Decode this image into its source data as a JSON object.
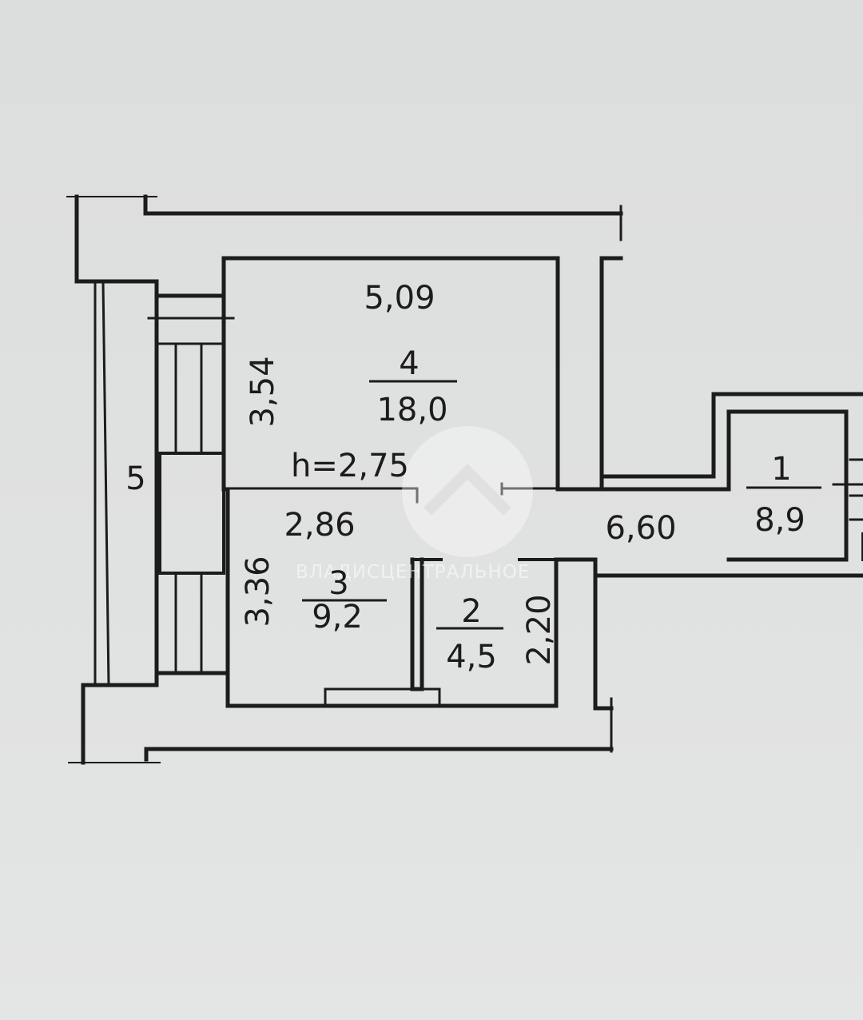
{
  "rooms": [
    {
      "number": "4",
      "area": "18,0"
    },
    {
      "number": "3",
      "area": "9,2"
    },
    {
      "number": "2",
      "area": "4,5"
    },
    {
      "number": "1",
      "area": "8,9"
    }
  ],
  "balcony_label": "5",
  "ceiling_height": "h=2,75",
  "dimensions": {
    "room4_width": "5,09",
    "room4_depth": "3,54",
    "room3_width": "2,86",
    "room3_depth": "3,36",
    "room2_depth": "2,20",
    "corridor_length": "6,60"
  },
  "watermark": {
    "text": "ВЛАДИСЦЕНТРАЛЬНОЕ"
  },
  "colors": {
    "paper": "#dedfdf",
    "ink": "#1c1c1c",
    "watermark": "#ffffff"
  }
}
